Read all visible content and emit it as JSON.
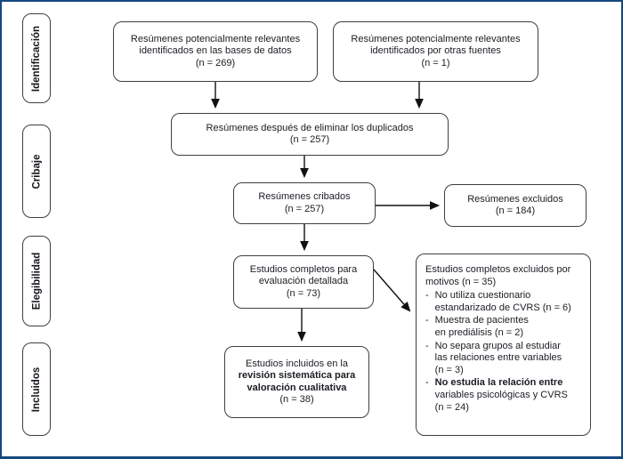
{
  "frame_color": "#16477e",
  "diagram": {
    "stages": [
      {
        "label": "Identificación"
      },
      {
        "label": "Cribaje"
      },
      {
        "label": "Elegibilidad"
      },
      {
        "label": "Incluidos"
      }
    ],
    "boxes": {
      "identified_databases": "Resúmenes potencialmente relevantes\nidentificados en las bases de datos\n(n = 269)",
      "identified_other_sources": "Resúmenes potencialmente relevantes\nidentificados por otras fuentes\n(n = 1)",
      "after_duplicates": "Resúmenes después de eliminar los duplicados\n(n = 257)",
      "screened": "Resúmenes cribados\n(n = 257)",
      "excluded_abstracts": "Resúmenes excluidos\n(n = 184)",
      "fulltext_assessed": "Estudios completos para\nevaluación detallada\n(n = 73)",
      "included": {
        "line1": "Estudios incluidos en la",
        "bold": "revisión sistemática para\nvaloración cualitativa",
        "count": "(n = 38)"
      },
      "exclusion": {
        "header": "Estudios completos excluidos por\nmotivos (n = 35)",
        "bullet_marker": "-",
        "bullets": [
          {
            "text": "No utiliza cuestionario\nestandarizado de CVRS (n = 6)"
          },
          {
            "text": "Muestra de pacientes\nen prediálisis (n = 2)"
          },
          {
            "text": "No separa grupos al estudiar\nlas relaciones entre variables\n(n = 3)"
          },
          {
            "bold": "No estudia la relación entre",
            "text": "variables psicológicas y CVRS\n(n = 24)"
          }
        ]
      }
    }
  }
}
